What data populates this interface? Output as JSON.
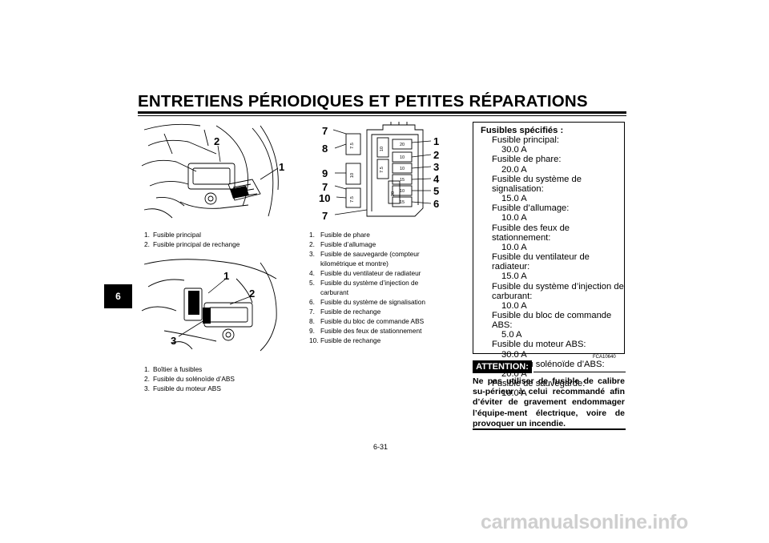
{
  "header": {
    "title": "ENTRETIENS PÉRIODIQUES ET PETITES RÉPARATIONS",
    "chapter": "6"
  },
  "figure_a": {
    "callouts": [
      "2",
      "1"
    ],
    "legend": [
      {
        "num": "1.",
        "text": "Fusible principal"
      },
      {
        "num": "2.",
        "text": "Fusible principal de rechange"
      }
    ]
  },
  "figure_b": {
    "callouts": [
      "1",
      "2",
      "3"
    ],
    "legend": [
      {
        "num": "1.",
        "text": "Boîtier à fusibles"
      },
      {
        "num": "2.",
        "text": "Fusible du solénoïde d’ABS"
      },
      {
        "num": "3.",
        "text": "Fusible du moteur ABS"
      }
    ]
  },
  "fuse_box": {
    "left_callouts": [
      "7",
      "8",
      "9",
      "7",
      "10",
      "7"
    ],
    "right_callouts": [
      "1",
      "2",
      "3",
      "4",
      "5",
      "6"
    ],
    "fuse_labels": [
      "20",
      "10",
      "10",
      "15",
      "10",
      "15",
      "7.5",
      "10",
      "7.5",
      "10",
      "7.5",
      "20"
    ],
    "legend": [
      {
        "num": "1.",
        "text": "Fusible de phare"
      },
      {
        "num": "2.",
        "text": "Fusible d’allumage"
      },
      {
        "num": "3.",
        "text": "Fusible de sauvegarde (compteur"
      },
      {
        "num": "",
        "text": "kilométrique et montre)"
      },
      {
        "num": "4.",
        "text": "Fusible du ventilateur de radiateur"
      },
      {
        "num": "5.",
        "text": "Fusible du système d’injection de"
      },
      {
        "num": "",
        "text": "carburant"
      },
      {
        "num": "6.",
        "text": "Fusible du système de signalisation"
      },
      {
        "num": "7.",
        "text": "Fusible de rechange"
      },
      {
        "num": "8.",
        "text": "Fusible du bloc de commande ABS"
      },
      {
        "num": "9.",
        "text": "Fusible des feux de stationnement"
      },
      {
        "num": "10.",
        "text": "Fusible de rechange"
      }
    ]
  },
  "specs": {
    "heading": "Fusibles spécifiés :",
    "lines": [
      {
        "kind": "lab",
        "text": "Fusible principal:"
      },
      {
        "kind": "val",
        "text": "30.0 A"
      },
      {
        "kind": "lab",
        "text": "Fusible de phare:"
      },
      {
        "kind": "val",
        "text": "20.0 A"
      },
      {
        "kind": "lab",
        "text": "Fusible du système de signalisation:"
      },
      {
        "kind": "val",
        "text": "15.0 A"
      },
      {
        "kind": "lab",
        "text": "Fusible d’allumage:"
      },
      {
        "kind": "val",
        "text": "10.0 A"
      },
      {
        "kind": "lab",
        "text": "Fusible des feux de stationnement:"
      },
      {
        "kind": "val",
        "text": "10.0 A"
      },
      {
        "kind": "lab",
        "text": "Fusible du ventilateur de radiateur:"
      },
      {
        "kind": "val",
        "text": "15.0 A"
      },
      {
        "kind": "lab",
        "text": "Fusible du système d’injection de"
      },
      {
        "kind": "lab",
        "text": "carburant:"
      },
      {
        "kind": "val",
        "text": "10.0 A"
      },
      {
        "kind": "lab",
        "text": "Fusible du bloc de commande ABS:"
      },
      {
        "kind": "val",
        "text": "5.0 A"
      },
      {
        "kind": "lab",
        "text": "Fusible du moteur ABS:"
      },
      {
        "kind": "val",
        "text": "30.0 A"
      },
      {
        "kind": "lab",
        "text": "Fusible du solénoïde d’ABS:"
      },
      {
        "kind": "val",
        "text": "20.0 A"
      },
      {
        "kind": "lab",
        "text": "Fusible de sauvegarde:"
      },
      {
        "kind": "val",
        "text": "10.0 A"
      }
    ]
  },
  "caution": {
    "code": "FCA10640",
    "badge": "ATTENTION:",
    "text": "Ne pas utiliser de fusible de calibre su-périeur à celui recommandé afin d’éviter de gravement endommager l’équipe-ment électrique, voire de provoquer un incendie."
  },
  "footer": {
    "page_number": "6-31",
    "watermark": "carmanualsonline.info"
  }
}
